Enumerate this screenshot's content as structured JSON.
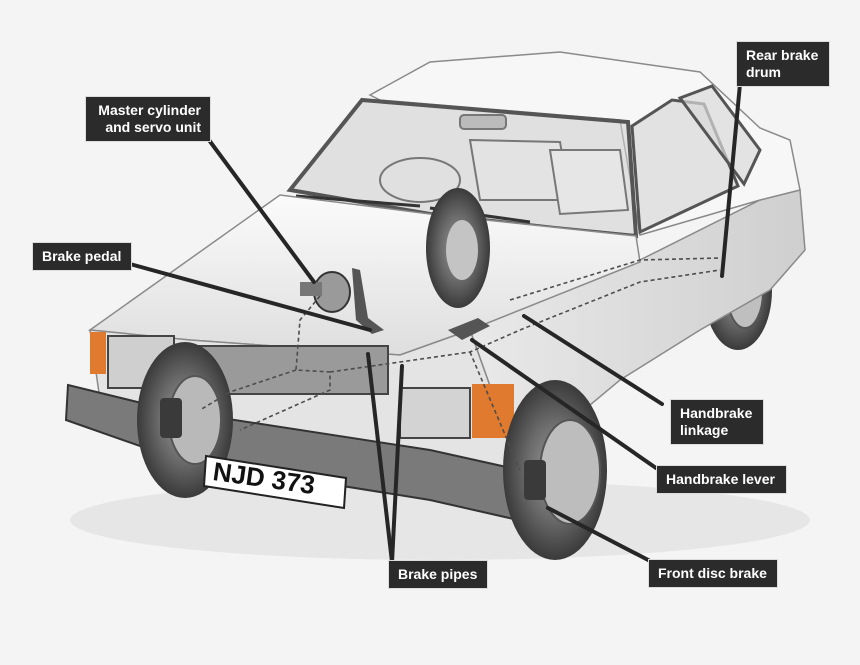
{
  "callouts": {
    "master_cylinder": [
      "Master cylinder",
      "and servo unit"
    ],
    "rear_brake_drum": [
      "Rear brake",
      "drum"
    ],
    "brake_pedal": [
      "Brake pedal"
    ],
    "handbrake_linkage": [
      "Handbrake",
      "linkage"
    ],
    "handbrake_lever": [
      "Handbrake lever"
    ],
    "brake_pipes": [
      "Brake pipes"
    ],
    "front_disc_brake": [
      "Front disc brake"
    ]
  },
  "license_plate": "NJD 373",
  "colors": {
    "label_bg": "#2b2b2b",
    "label_text": "#ffffff",
    "leader_line": "#262626",
    "car_body": "#f0f0f0",
    "indicator": "#e07a2e"
  }
}
